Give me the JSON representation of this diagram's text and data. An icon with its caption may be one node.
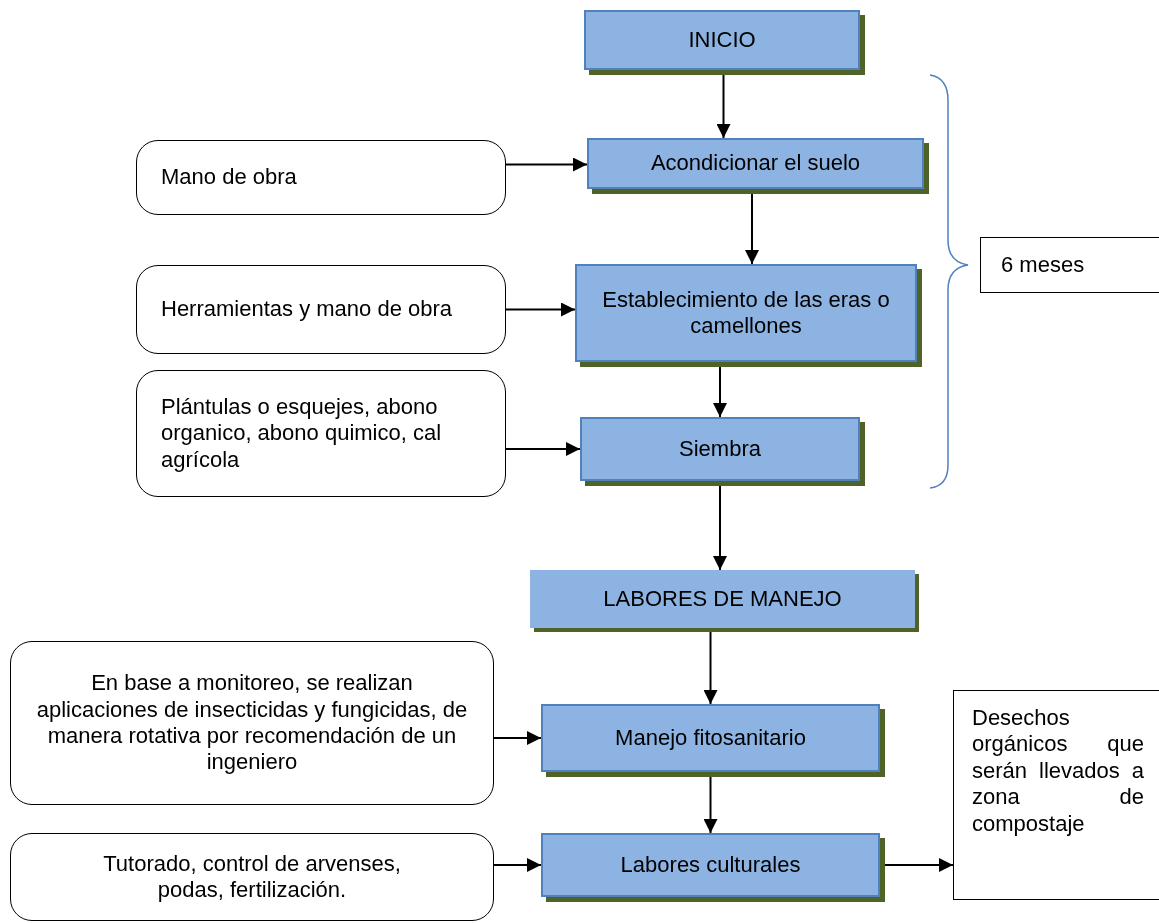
{
  "diagram": {
    "nodes": [
      {
        "text": [
          "INICIO"
        ]
      },
      {
        "text": [
          "Acondicionar el suelo"
        ]
      },
      {
        "text": [
          "Mano de obra"
        ]
      },
      {
        "text": [
          "Establecimiento de las eras o camellones"
        ]
      },
      {
        "text": [
          "Herramientas y mano de obra"
        ]
      },
      {
        "text": [
          "Siembra"
        ]
      },
      {
        "text": [
          "Plántulas o esquejes, abono organico, abono quimico, cal agrícola"
        ]
      },
      {
        "text": [
          "6 meses"
        ]
      },
      {
        "text": [
          "LABORES DE MANEJO"
        ]
      },
      {
        "text": [
          "En base a monitoreo, se realizan aplicaciones de insecticidas y fungicidas, de manera rotativa por recomendación de un ingeniero"
        ]
      },
      {
        "text": [
          "Manejo fitosanitario"
        ]
      },
      {
        "text": [
          "Desechos orgánicos que serán llevados a zona de compostaje"
        ]
      },
      {
        "text": [
          "Tutorado, control de arvenses, podas, fertilización."
        ]
      },
      {
        "text": [
          "Labores culturales"
        ]
      }
    ],
    "edges": [
      {
        "from": 0,
        "to": 1,
        "arrow": "to"
      },
      {
        "from": 2,
        "to": 1,
        "arrow": "to"
      },
      {
        "from": 1,
        "to": 3,
        "arrow": "to"
      },
      {
        "from": 4,
        "to": 3,
        "arrow": "to"
      },
      {
        "from": 3,
        "to": 5,
        "arrow": "to"
      },
      {
        "from": 6,
        "to": 5,
        "arrow": "to"
      },
      {
        "from": 5,
        "to": 8,
        "arrow": "to"
      },
      {
        "from": 8,
        "to": 10,
        "arrow": "to"
      },
      {
        "from": 9,
        "to": 10,
        "arrow": "to"
      },
      {
        "from": 10,
        "to": 13,
        "arrow": "to"
      },
      {
        "from": 12,
        "to": 13,
        "arrow": "to"
      },
      {
        "from": 13,
        "to": 11,
        "arrow": "to"
      }
    ]
  }
}
